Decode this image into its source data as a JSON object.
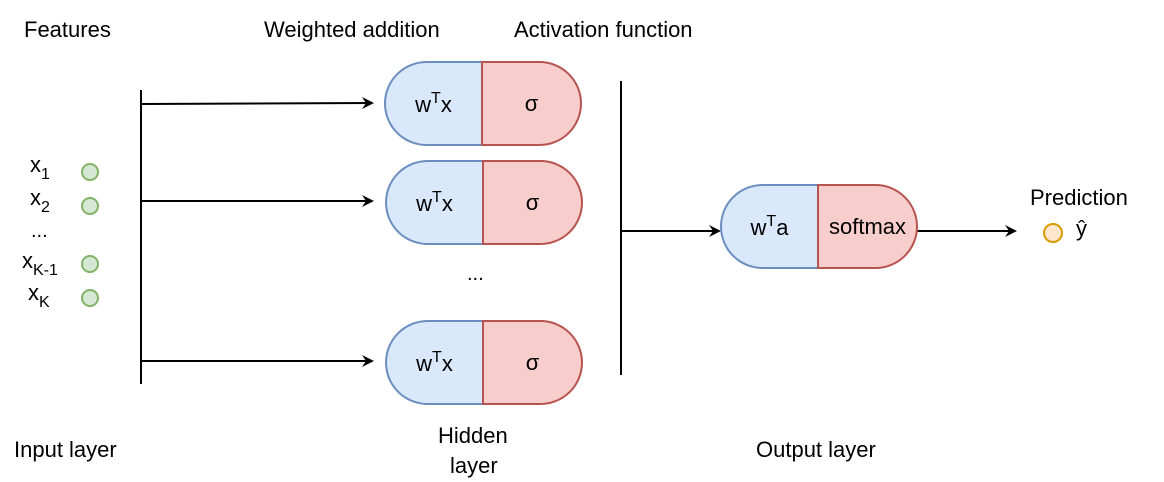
{
  "headers": {
    "features": "Features",
    "weighted_addition": "Weighted addition",
    "activation_function": "Activation function",
    "prediction": "Prediction"
  },
  "layer_labels": {
    "input": "Input layer",
    "hidden_line1": "Hidden",
    "hidden_line2": "layer",
    "output": "Output layer"
  },
  "features": {
    "x1": {
      "base": "x",
      "sub": "1"
    },
    "x2": {
      "base": "x",
      "sub": "2"
    },
    "ellipsis": "...",
    "xk1": {
      "base": "x",
      "sub": "K-1"
    },
    "xk": {
      "base": "x",
      "sub": "K"
    }
  },
  "hidden_units": [
    {
      "left_base": "w",
      "left_sup": "T",
      "left_tail": "x",
      "right": "σ"
    },
    {
      "left_base": "w",
      "left_sup": "T",
      "left_tail": "x",
      "right": "σ"
    },
    {
      "left_base": "w",
      "left_sup": "T",
      "left_tail": "x",
      "right": "σ"
    }
  ],
  "hidden_ellipsis": "...",
  "output_unit": {
    "left_base": "w",
    "left_sup": "T",
    "left_tail": "a",
    "right": "softmax"
  },
  "prediction_symbol": "ŷ",
  "colors": {
    "weighted_fill": "#dae8fc",
    "weighted_stroke": "#6c8ebf",
    "activation_fill": "#f8cecc",
    "activation_stroke": "#b85450",
    "feature_node_fill": "#d5e8d4",
    "feature_node_stroke": "#82b366",
    "prediction_node_fill": "#ffe6cc",
    "prediction_node_stroke": "#d79b00"
  }
}
